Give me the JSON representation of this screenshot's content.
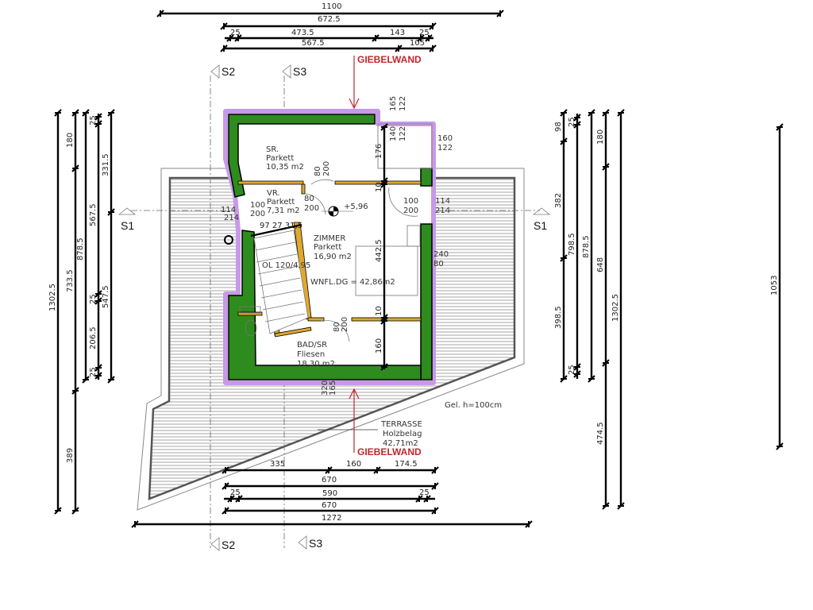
{
  "colors": {
    "wall": "#2e8b1e",
    "outline": "#c79ae8",
    "inner_wall": "#e0a82e",
    "arrow": "#c0282d",
    "hatch": "#9a9a9a"
  },
  "sections": {
    "s1": "S1",
    "s2": "S2",
    "s3": "S3"
  },
  "gable": {
    "top": "GIEBELWAND",
    "bottom": "GIEBELWAND"
  },
  "dims_top": {
    "d1100": "1100",
    "d672": "672.5",
    "d25a": "25",
    "d473": "473.5",
    "d143": "143",
    "d25b": "25",
    "d567": "567.5",
    "d105": "105"
  },
  "dims_bottom": {
    "d335": "335",
    "d160": "160",
    "d174": "174.5",
    "d670a": "670",
    "d25a": "25",
    "d590": "590",
    "d25b": "25",
    "d670b": "670",
    "d1272": "1272"
  },
  "dims_left": {
    "d1302": "1302.5",
    "d180": "180",
    "d733": "733.5",
    "d389": "389",
    "d878": "878.5",
    "d25a": "25",
    "d567": "567.5",
    "d25b": "25",
    "d206": "206.5",
    "d25c": "25",
    "d331": "331.5",
    "d547": "547.5"
  },
  "dims_right": {
    "d98": "98",
    "d382": "382",
    "d398": "398.5",
    "d25a": "25",
    "d798": "798.5",
    "d25b": "25",
    "d878": "878.5",
    "d180": "180",
    "d648": "648",
    "d474": "474.5",
    "d1302": "1302.5",
    "d1053": "1053"
  },
  "dims_inner": {
    "d176": "176",
    "d10a": "10",
    "d442": "442.5",
    "d10b": "10",
    "d160": "160",
    "stair": "97 27 31,5"
  },
  "openings": {
    "w165": "165",
    "w122a": "122",
    "w140": "140",
    "w122b": "122",
    "w160": "160",
    "w122c": "122",
    "d80a": "80",
    "d200a": "200",
    "d100a": "100",
    "d200b": "200",
    "d114a": "114",
    "d214a": "214",
    "d80b": "80",
    "d200c": "200",
    "d114b": "114",
    "d214b": "214",
    "w240": "240",
    "w80": "80",
    "d80c": "80",
    "d200d": "200",
    "w320": "320",
    "w165b": "165",
    "stair_note": "OL 120/4,95"
  },
  "rooms": [
    {
      "name": "SR.",
      "floor": "Parkett",
      "area": "10,35 m2"
    },
    {
      "name": "VR.",
      "floor": "Parkett",
      "area": "7,31 m2"
    },
    {
      "name": "ZIMMER",
      "floor": "Parkett",
      "area": "16,90 m2"
    },
    {
      "name": "BAD/SR",
      "floor": "Fliesen",
      "area": "18,30 m2"
    },
    {
      "name": "TERRASSE",
      "floor": "Holzbelag",
      "area": "42,71m2"
    }
  ],
  "level": "+5,96",
  "total_area": "WNFL.DG = 42,86m2",
  "railing": "Gel. h=100cm"
}
